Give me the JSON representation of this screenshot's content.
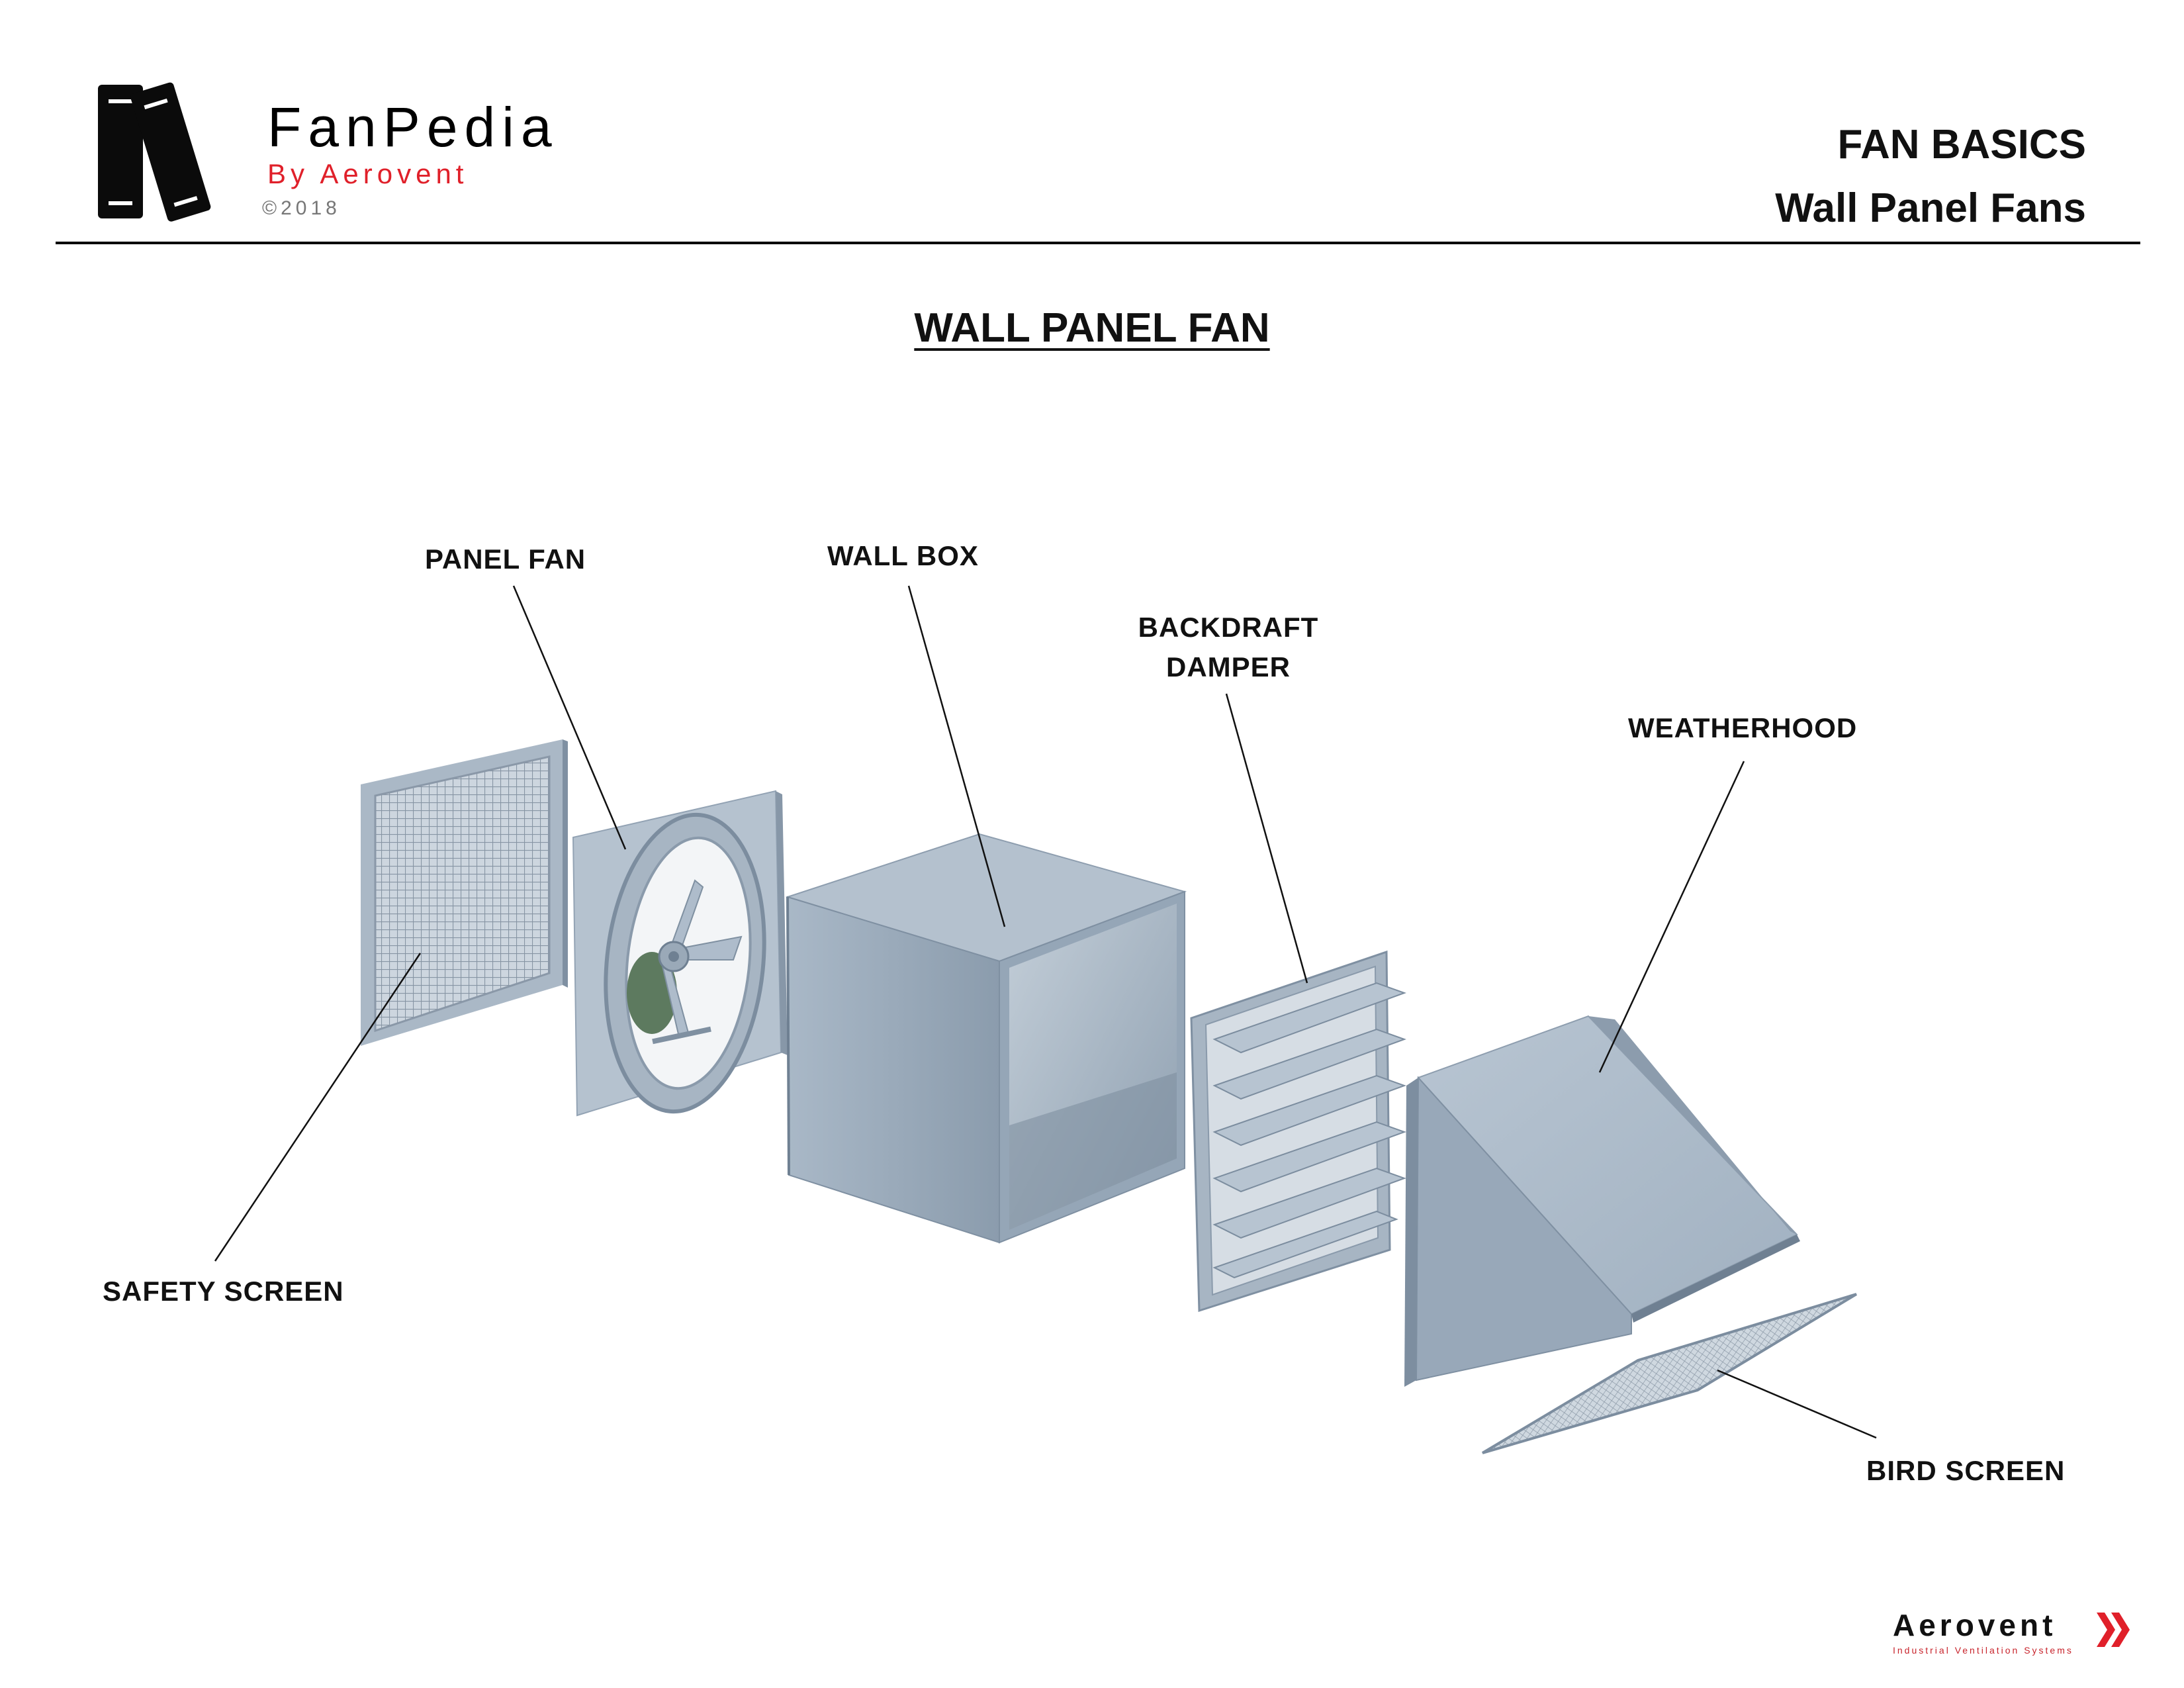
{
  "header": {
    "brand_name": "FanPedia",
    "brand_byline": "By Aerovent",
    "copyright": "©2018",
    "section": "FAN BASICS",
    "topic": "Wall Panel Fans"
  },
  "diagram": {
    "title": "WALL PANEL FAN",
    "callouts": {
      "panel_fan": "PANEL FAN",
      "wall_box": "WALL BOX",
      "backdraft_damper_line1": "BACKDRAFT",
      "backdraft_damper_line2": "DAMPER",
      "weatherhood": "WEATHERHOOD",
      "safety_screen": "SAFETY SCREEN",
      "bird_screen": "BIRD SCREEN"
    }
  },
  "footer": {
    "brand": "Aerovent",
    "tagline": "Industrial Ventilation Systems"
  },
  "colors": {
    "accent_red": "#e0202a",
    "metal_light": "#b9c6d3",
    "metal_mid": "#9fb0c1",
    "metal_dark": "#7d8ea0",
    "motor_green": "#5d7a5f"
  },
  "icons": [
    "books-logo-icon",
    "double-chevron-icon"
  ]
}
